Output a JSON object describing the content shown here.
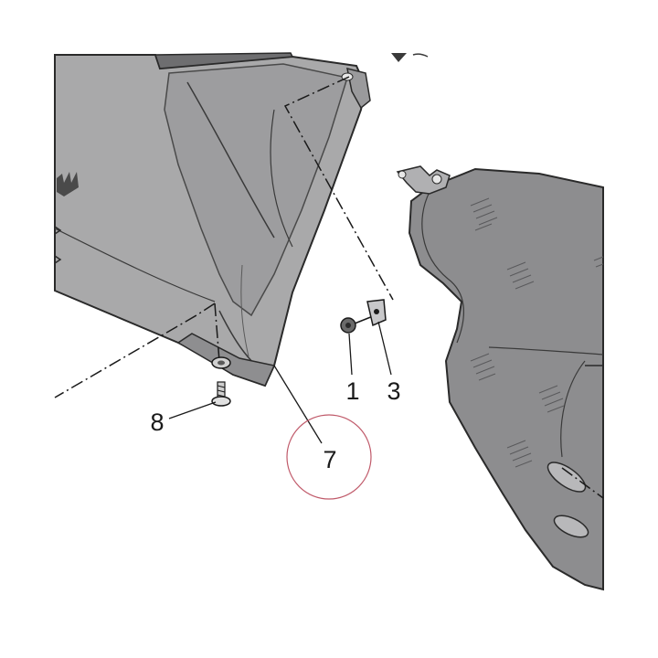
{
  "callouts": {
    "part_1": "1",
    "part_3": "3",
    "part_7": "7",
    "part_8": "8"
  },
  "colors": {
    "panel_left": "#a9a9aa",
    "panel_left_dark": "#8e8e90",
    "panel_right": "#8d8d8f",
    "outline": "#2a2a2a",
    "highlight_circle": "#c05a6a"
  }
}
